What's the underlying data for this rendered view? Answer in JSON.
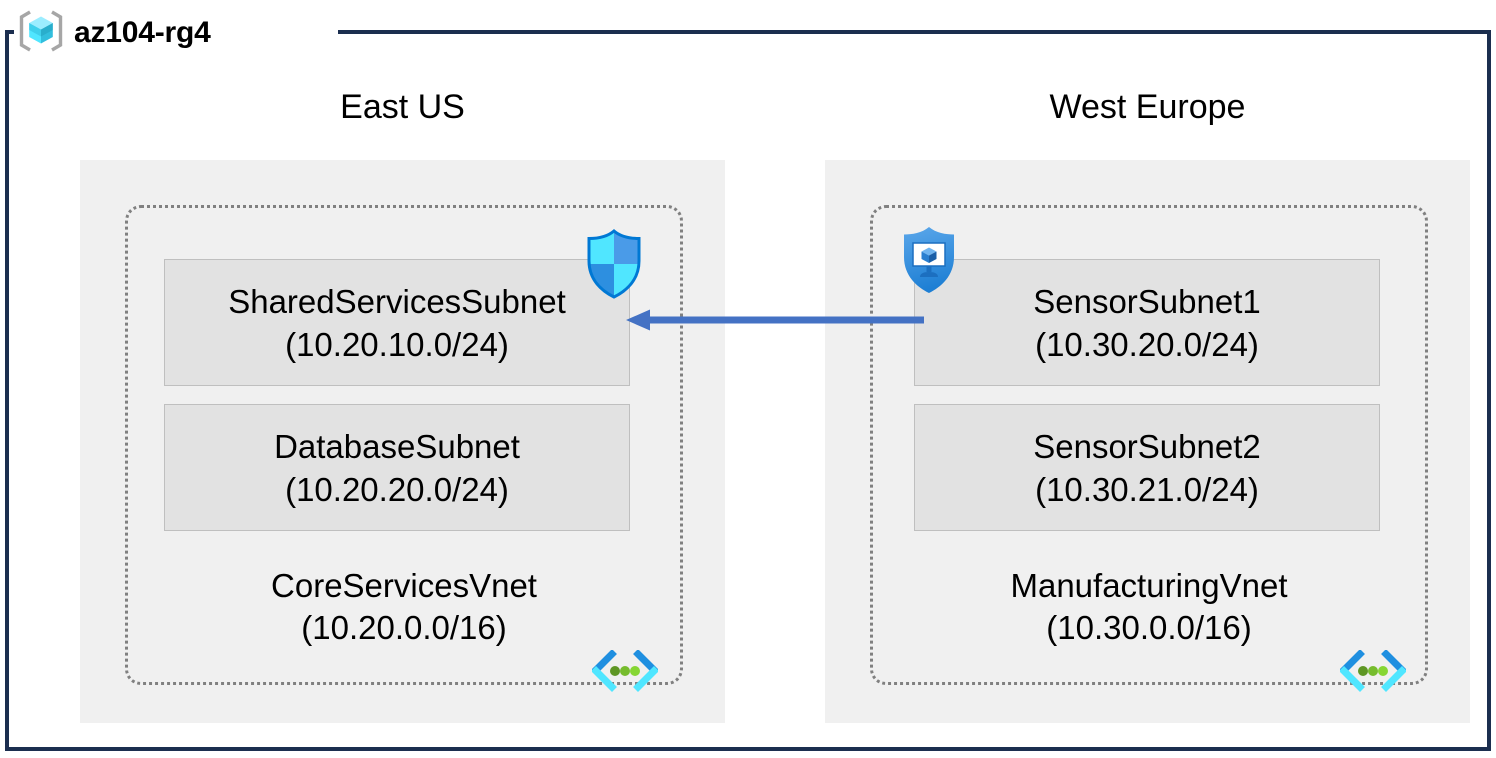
{
  "resource_group": {
    "name": "az104-rg4",
    "icon": "resource-group-cube-icon",
    "border_color": "#1B2E4F"
  },
  "colors": {
    "frame_border": "#1B2E4F",
    "region_panel_bg": "#F0F0F0",
    "subnet_bg": "#E2E2E2",
    "subnet_border": "#BFBFBF",
    "vnet_border": "#808080",
    "arrow": "#4472C4",
    "azure_blue": "#0078D4",
    "azure_cyan": "#50E6FF",
    "vnet_icon_green": "#5E9624"
  },
  "regions": [
    {
      "label": "East US",
      "vnet": {
        "name": "CoreServicesVnet",
        "cidr": "(10.20.0.0/16)",
        "icon": "virtual-network-icon",
        "subnets": [
          {
            "name": "SharedServicesSubnet",
            "cidr": "(10.20.10.0/24)",
            "icon": "network-security-group-shield-icon"
          },
          {
            "name": "DatabaseSubnet",
            "cidr": "(10.20.20.0/24)",
            "icon": null
          }
        ]
      }
    },
    {
      "label": "West Europe",
      "vnet": {
        "name": "ManufacturingVnet",
        "cidr": "(10.30.0.0/16)",
        "icon": "virtual-network-icon",
        "subnets": [
          {
            "name": "SensorSubnet1",
            "cidr": "(10.30.20.0/24)",
            "icon": "bastion-shield-monitor-icon"
          },
          {
            "name": "SensorSubnet2",
            "cidr": "(10.30.21.0/24)",
            "icon": null
          }
        ]
      }
    }
  ],
  "connection": {
    "icon": "peering-arrow-icon",
    "direction": "right-to-left",
    "from": "SensorSubnet1",
    "to": "SharedServicesSubnet",
    "label": ""
  }
}
